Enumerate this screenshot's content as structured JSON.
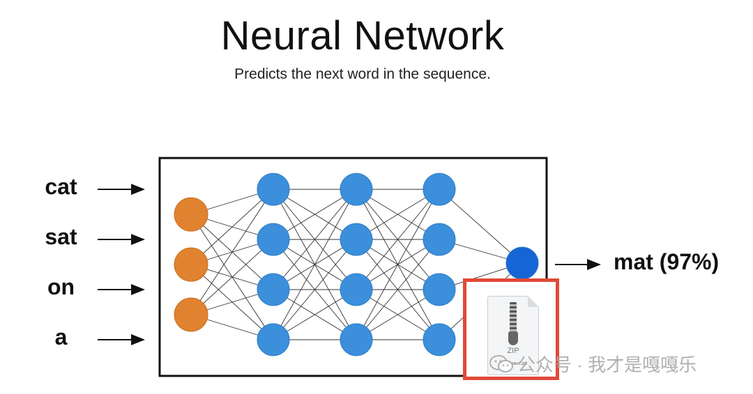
{
  "header": {
    "title": "Neural Network",
    "subtitle": "Predicts the next word in the sequence."
  },
  "inputs": [
    "cat",
    "sat",
    "on",
    "a"
  ],
  "output": "mat (97%)",
  "network": {
    "layers": [
      3,
      4,
      4,
      4,
      1
    ],
    "colors": {
      "input": "#e0822f",
      "hidden": "#3b8fdb",
      "output": "#1565d6"
    }
  },
  "attachment": {
    "label": "ZIP",
    "filename": "parameters.zip",
    "icon": "zip-file-icon",
    "highlight_color": "#e04a3a"
  },
  "watermark": {
    "text": "公众号 · 我才是嘎嘎乐",
    "icon": "wechat-icon"
  }
}
